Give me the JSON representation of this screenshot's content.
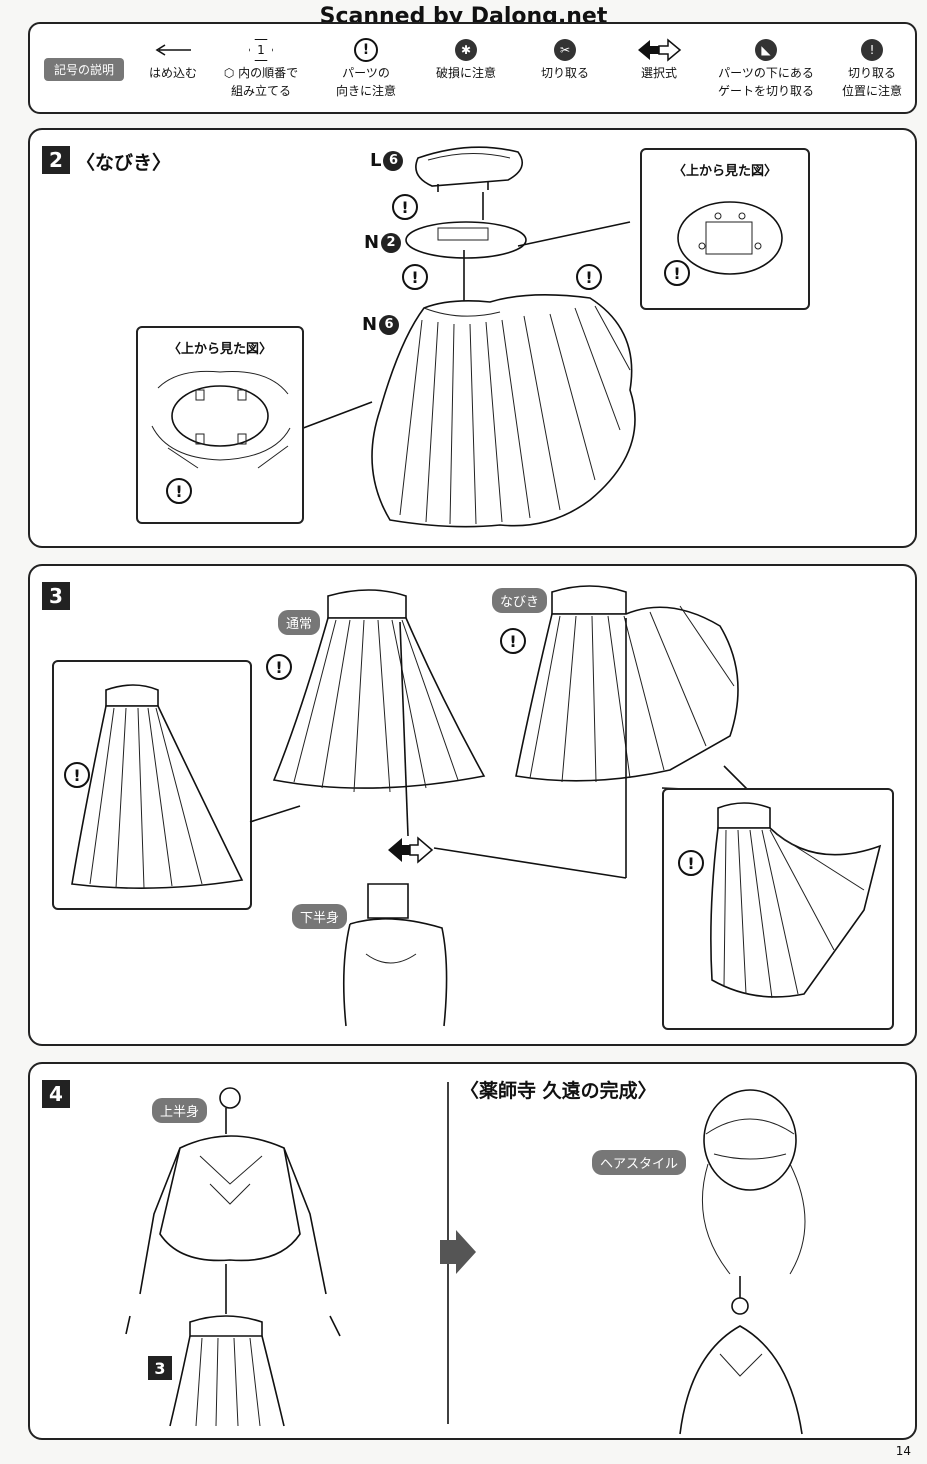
{
  "watermark": "Scanned by Dalong.net",
  "legend": {
    "title": "記号の説明",
    "items": [
      {
        "label": "はめ込む",
        "icon": "arrow-left-icon"
      },
      {
        "label": "⬡ 内の順番で\n組み立てる",
        "icon": "hexagon-number-icon",
        "symbol": "1"
      },
      {
        "label": "パーツの\n向きに注意",
        "icon": "attention-icon",
        "symbol": "!"
      },
      {
        "label": "破損に注意",
        "icon": "breakage-icon"
      },
      {
        "label": "切り取る",
        "icon": "cut-icon"
      },
      {
        "label": "選択式",
        "icon": "choice-arrow-icon"
      },
      {
        "label": "パーツの下にある\nゲートを切り取る",
        "icon": "gate-cut-icon"
      },
      {
        "label": "切り取る\n位置に注意",
        "icon": "cut-position-icon"
      }
    ]
  },
  "step2": {
    "number": "2",
    "title": "〈なびき〉",
    "parts": {
      "l6_letter": "L",
      "l6_num": "6",
      "n2_letter": "N",
      "n2_num": "2",
      "n6_letter": "N",
      "n6_num": "6"
    },
    "inset_top_caption": "〈上から見た図〉",
    "inset_left_caption": "〈上から見た図〉"
  },
  "step3": {
    "number": "3",
    "tag_normal": "通常",
    "tag_flutter": "なびき",
    "tag_lower_body": "下半身"
  },
  "step4": {
    "number": "4",
    "tag_upper_body": "上半身",
    "ref_step": "3",
    "complete_title": "〈薬師寺 久遠の完成〉",
    "tag_hairstyle": "ヘアスタイル"
  },
  "page_number": "14"
}
